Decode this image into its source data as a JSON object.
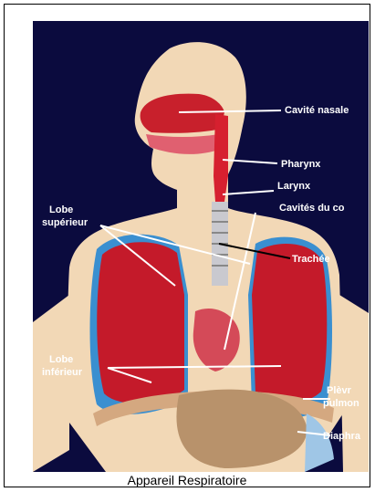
{
  "figure": {
    "colors": {
      "background": "#0b0b3e",
      "skin": "#f2d8b6",
      "lung": "#c41a2a",
      "pleura": "#3a8fd0",
      "airway": "#d6202f",
      "trachea": "#c9c9cf",
      "stomach": "#b8926b",
      "label": "#ffffff"
    },
    "labels": {
      "nasal": "Cavité nasale",
      "pharynx": "Pharynx",
      "larynx": "Larynx",
      "cavites": "Cavités du co",
      "trachee": "Trachée",
      "lobe_sup_1": "Lobe",
      "lobe_sup_2": "supérieur",
      "lobe_inf_1": "Lobe",
      "lobe_inf_2": "inférieur",
      "plevre_1": "Plèvr",
      "plevre_2": "pulmon",
      "diaphragme": "Diaphra"
    }
  },
  "caption": "Appareil Respiratoire"
}
